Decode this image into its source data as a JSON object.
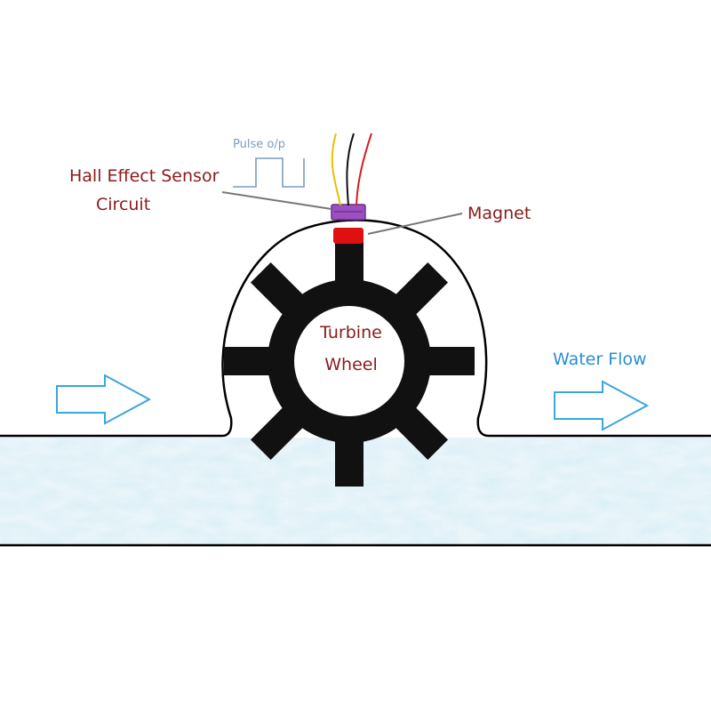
{
  "labels": {
    "pulse_output": "Pulse o/p",
    "sensor_line1": "Hall Effect Sensor",
    "sensor_line2": "Circuit",
    "magnet": "Magnet",
    "turbine_line1": "Turbine",
    "turbine_line2": "Wheel",
    "water_flow": "Water Flow"
  },
  "colors": {
    "label_text": "#8b1a1a",
    "water_flow_text": "#2a8fd0",
    "arrow_outline": "#3aa6dd",
    "pulse_signal": "#7a9cc4",
    "sensor": "#9b4fc0",
    "magnet": "#e01010",
    "wheel": "#111111",
    "water": "#cfe6f1",
    "wire_yellow": "#e6c200",
    "wire_black": "#111111",
    "wire_red": "#d42020"
  },
  "wheel": {
    "blades": 8
  }
}
